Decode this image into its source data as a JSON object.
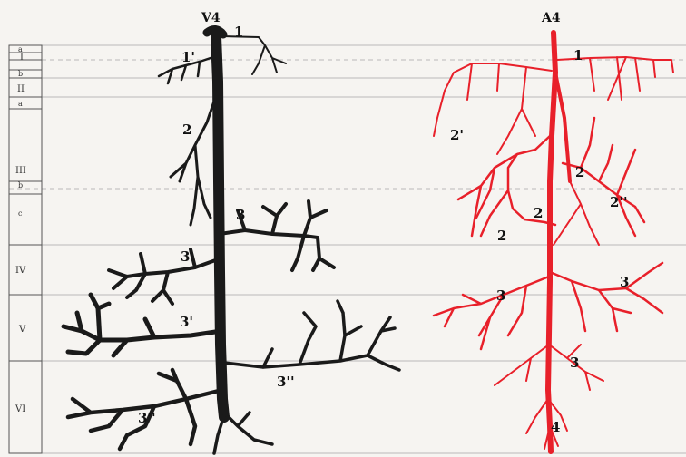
{
  "vessels": {
    "vein": {
      "name": "V4",
      "color": "#1a1a1a"
    },
    "artery": {
      "name": "A4",
      "color": "#e8202a"
    }
  },
  "layers": [
    {
      "label": "I",
      "sub": [
        "a",
        "b"
      ]
    },
    {
      "label": "II"
    },
    {
      "label": "III",
      "sub": [
        "a",
        "b",
        "c"
      ]
    },
    {
      "label": "IV"
    },
    {
      "label": "V"
    },
    {
      "label": "VI"
    }
  ],
  "vein_branch_labels": [
    "1",
    "1'",
    "2",
    "3",
    "3",
    "3'",
    "3''",
    "3''"
  ],
  "artery_branch_labels": [
    "1",
    "2'",
    "2",
    "2''",
    "2",
    "2",
    "3",
    "3",
    "3",
    "4"
  ]
}
